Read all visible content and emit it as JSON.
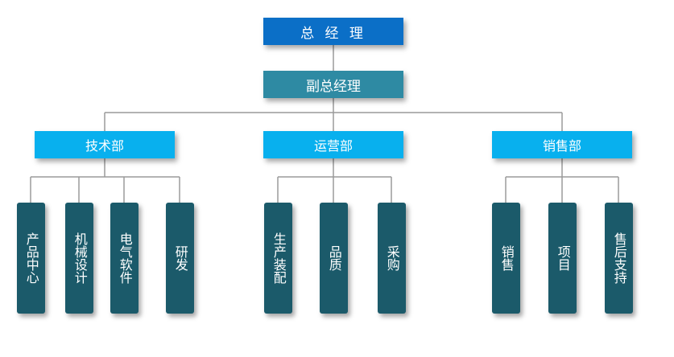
{
  "top": {
    "title": "总 经 理"
  },
  "deputy": {
    "title": "副总经理"
  },
  "departments": [
    {
      "name": "技术部",
      "units": [
        "产品中心",
        "机械设计",
        "电气软件",
        "研发"
      ]
    },
    {
      "name": "运营部",
      "units": [
        "生产装配",
        "品质",
        "采购"
      ]
    },
    {
      "name": "销售部",
      "units": [
        "销售",
        "项目",
        "售后支持"
      ]
    }
  ],
  "colors": {
    "top": "#0b6fc7",
    "deputy": "#2e8aa3",
    "department": "#08b0ee",
    "unit": "#1b5a6a",
    "connector": "#9a9a9a"
  }
}
